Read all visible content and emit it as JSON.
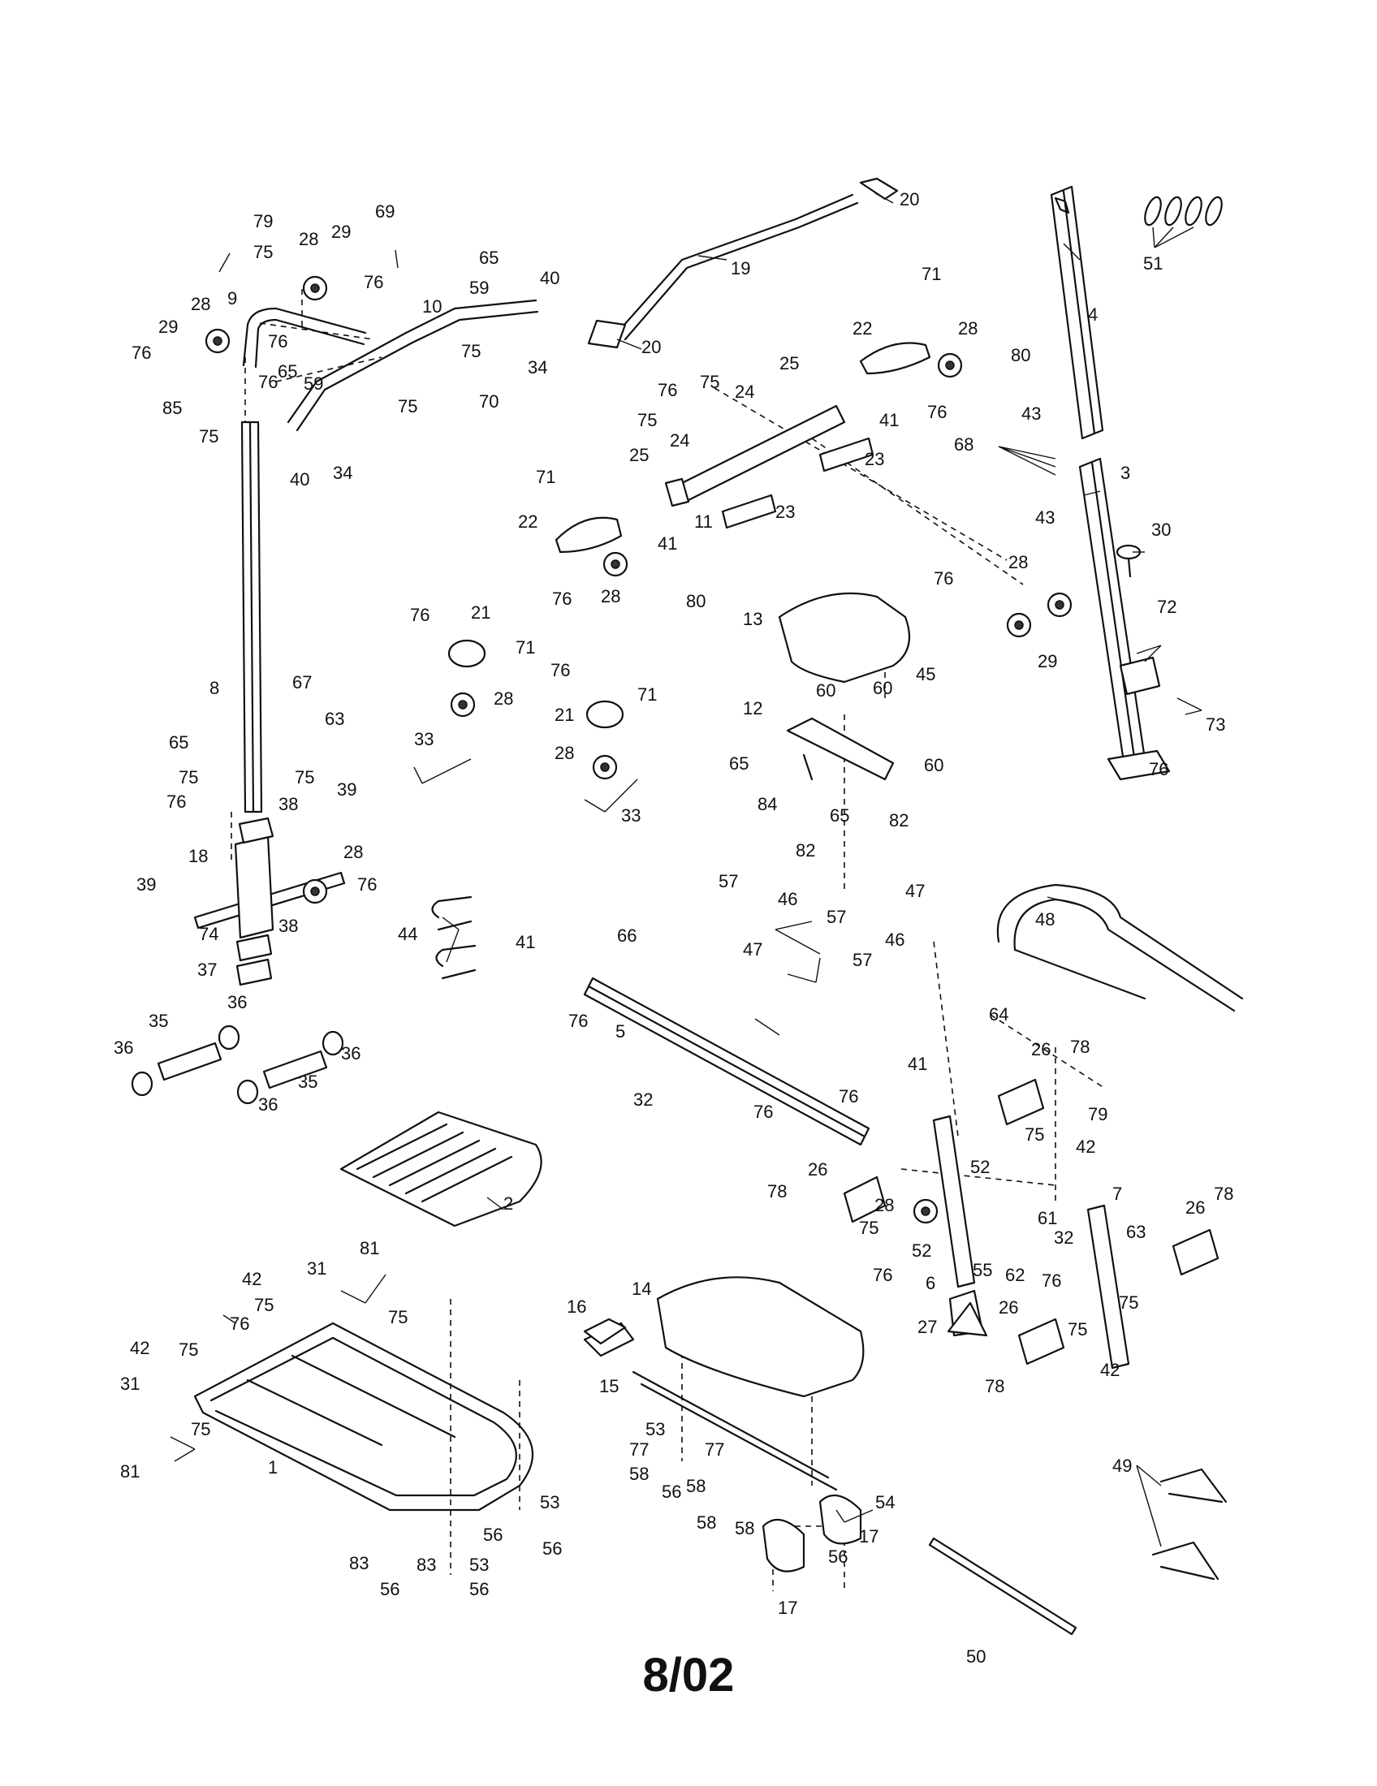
{
  "footer": {
    "date_code": "8/02"
  },
  "callouts": [
    {
      "id": "79",
      "label": "79"
    },
    {
      "id": "75a",
      "label": "75"
    },
    {
      "id": "28a",
      "label": "28"
    },
    {
      "id": "29a",
      "label": "29"
    },
    {
      "id": "69",
      "label": "69"
    },
    {
      "id": "65a",
      "label": "65"
    },
    {
      "id": "40a",
      "label": "40"
    },
    {
      "id": "59a",
      "label": "59"
    },
    {
      "id": "76a",
      "label": "76"
    },
    {
      "id": "10",
      "label": "10"
    },
    {
      "id": "28b",
      "label": "28"
    },
    {
      "id": "9",
      "label": "9"
    },
    {
      "id": "29b",
      "label": "29"
    },
    {
      "id": "76b",
      "label": "76"
    },
    {
      "id": "76c",
      "label": "76"
    },
    {
      "id": "75b",
      "label": "75"
    },
    {
      "id": "34a",
      "label": "34"
    },
    {
      "id": "85",
      "label": "85"
    },
    {
      "id": "76d",
      "label": "76"
    },
    {
      "id": "65b",
      "label": "65"
    },
    {
      "id": "59b",
      "label": "59"
    },
    {
      "id": "75c",
      "label": "75"
    },
    {
      "id": "70",
      "label": "70"
    },
    {
      "id": "75d",
      "label": "75"
    },
    {
      "id": "40b",
      "label": "40"
    },
    {
      "id": "34b",
      "label": "34"
    },
    {
      "id": "20a",
      "label": "20"
    },
    {
      "id": "19",
      "label": "19"
    },
    {
      "id": "20b",
      "label": "20"
    },
    {
      "id": "71a",
      "label": "71"
    },
    {
      "id": "22a",
      "label": "22"
    },
    {
      "id": "28c",
      "label": "28"
    },
    {
      "id": "80a",
      "label": "80"
    },
    {
      "id": "25a",
      "label": "25"
    },
    {
      "id": "76e",
      "label": "76"
    },
    {
      "id": "75e",
      "label": "75"
    },
    {
      "id": "24a",
      "label": "24"
    },
    {
      "id": "41a",
      "label": "41"
    },
    {
      "id": "76f",
      "label": "76"
    },
    {
      "id": "75f",
      "label": "75"
    },
    {
      "id": "24b",
      "label": "24"
    },
    {
      "id": "23a",
      "label": "23"
    },
    {
      "id": "25b",
      "label": "25"
    },
    {
      "id": "71b",
      "label": "71"
    },
    {
      "id": "23b",
      "label": "23"
    },
    {
      "id": "22b",
      "label": "22"
    },
    {
      "id": "41b",
      "label": "41"
    },
    {
      "id": "11",
      "label": "11"
    },
    {
      "id": "76g",
      "label": "76"
    },
    {
      "id": "28d",
      "label": "28"
    },
    {
      "id": "80b",
      "label": "80"
    },
    {
      "id": "4",
      "label": "4"
    },
    {
      "id": "51",
      "label": "51"
    },
    {
      "id": "43a",
      "label": "43"
    },
    {
      "id": "68",
      "label": "68"
    },
    {
      "id": "3",
      "label": "3"
    },
    {
      "id": "43b",
      "label": "43"
    },
    {
      "id": "30",
      "label": "30"
    },
    {
      "id": "28e",
      "label": "28"
    },
    {
      "id": "76h",
      "label": "76"
    },
    {
      "id": "72",
      "label": "72"
    },
    {
      "id": "29c",
      "label": "29"
    },
    {
      "id": "73",
      "label": "73"
    },
    {
      "id": "76i",
      "label": "76"
    },
    {
      "id": "76j",
      "label": "76"
    },
    {
      "id": "21a",
      "label": "21"
    },
    {
      "id": "71c",
      "label": "71"
    },
    {
      "id": "28f",
      "label": "28"
    },
    {
      "id": "33a",
      "label": "33"
    },
    {
      "id": "76k",
      "label": "76"
    },
    {
      "id": "21b",
      "label": "21"
    },
    {
      "id": "71d",
      "label": "71"
    },
    {
      "id": "28g",
      "label": "28"
    },
    {
      "id": "33b",
      "label": "33"
    },
    {
      "id": "13",
      "label": "13"
    },
    {
      "id": "60a",
      "label": "60"
    },
    {
      "id": "60b",
      "label": "60"
    },
    {
      "id": "45",
      "label": "45"
    },
    {
      "id": "12",
      "label": "12"
    },
    {
      "id": "65c",
      "label": "65"
    },
    {
      "id": "60c",
      "label": "60"
    },
    {
      "id": "84",
      "label": "84"
    },
    {
      "id": "65d",
      "label": "65"
    },
    {
      "id": "82a",
      "label": "82"
    },
    {
      "id": "82b",
      "label": "82"
    },
    {
      "id": "48",
      "label": "48"
    },
    {
      "id": "67",
      "label": "67"
    },
    {
      "id": "8",
      "label": "8"
    },
    {
      "id": "63a",
      "label": "63"
    },
    {
      "id": "65e",
      "label": "65"
    },
    {
      "id": "75g",
      "label": "75"
    },
    {
      "id": "75h",
      "label": "75"
    },
    {
      "id": "76l",
      "label": "76"
    },
    {
      "id": "38a",
      "label": "38"
    },
    {
      "id": "39a",
      "label": "39"
    },
    {
      "id": "18",
      "label": "18"
    },
    {
      "id": "28h",
      "label": "28"
    },
    {
      "id": "39b",
      "label": "39"
    },
    {
      "id": "76m",
      "label": "76"
    },
    {
      "id": "38b",
      "label": "38"
    },
    {
      "id": "74",
      "label": "74"
    },
    {
      "id": "37",
      "label": "37"
    },
    {
      "id": "44",
      "label": "44"
    },
    {
      "id": "57a",
      "label": "57"
    },
    {
      "id": "46a",
      "label": "46"
    },
    {
      "id": "47a",
      "label": "47"
    },
    {
      "id": "57b",
      "label": "57"
    },
    {
      "id": "47b",
      "label": "47"
    },
    {
      "id": "57c",
      "label": "57"
    },
    {
      "id": "46b",
      "label": "46"
    },
    {
      "id": "41c",
      "label": "41"
    },
    {
      "id": "66",
      "label": "66"
    },
    {
      "id": "76n",
      "label": "76"
    },
    {
      "id": "5",
      "label": "5"
    },
    {
      "id": "36a",
      "label": "36"
    },
    {
      "id": "35a",
      "label": "35"
    },
    {
      "id": "36b",
      "label": "36"
    },
    {
      "id": "36c",
      "label": "36"
    },
    {
      "id": "35b",
      "label": "35"
    },
    {
      "id": "36d",
      "label": "36"
    },
    {
      "id": "64",
      "label": "64"
    },
    {
      "id": "26a",
      "label": "26"
    },
    {
      "id": "78a",
      "label": "78"
    },
    {
      "id": "41d",
      "label": "41"
    },
    {
      "id": "76o",
      "label": "76"
    },
    {
      "id": "32a",
      "label": "32"
    },
    {
      "id": "76p",
      "label": "76"
    },
    {
      "id": "75i",
      "label": "75"
    },
    {
      "id": "79b",
      "label": "79"
    },
    {
      "id": "42a",
      "label": "42"
    },
    {
      "id": "52a",
      "label": "52"
    },
    {
      "id": "26b",
      "label": "26"
    },
    {
      "id": "78b",
      "label": "78"
    },
    {
      "id": "28i",
      "label": "28"
    },
    {
      "id": "7",
      "label": "7"
    },
    {
      "id": "61",
      "label": "61"
    },
    {
      "id": "26c",
      "label": "26"
    },
    {
      "id": "78c",
      "label": "78"
    },
    {
      "id": "75j",
      "label": "75"
    },
    {
      "id": "52b",
      "label": "52"
    },
    {
      "id": "32b",
      "label": "32"
    },
    {
      "id": "63b",
      "label": "63"
    },
    {
      "id": "76q",
      "label": "76"
    },
    {
      "id": "55",
      "label": "55"
    },
    {
      "id": "62",
      "label": "62"
    },
    {
      "id": "76r",
      "label": "76"
    },
    {
      "id": "75k",
      "label": "75"
    },
    {
      "id": "6",
      "label": "6"
    },
    {
      "id": "75l",
      "label": "75"
    },
    {
      "id": "26d",
      "label": "26"
    },
    {
      "id": "27",
      "label": "27"
    },
    {
      "id": "42b",
      "label": "42"
    },
    {
      "id": "78d",
      "label": "78"
    },
    {
      "id": "2",
      "label": "2"
    },
    {
      "id": "81a",
      "label": "81"
    },
    {
      "id": "42c",
      "label": "42"
    },
    {
      "id": "31a",
      "label": "31"
    },
    {
      "id": "75m",
      "label": "75"
    },
    {
      "id": "75n",
      "label": "75"
    },
    {
      "id": "76s",
      "label": "76"
    },
    {
      "id": "42d",
      "label": "42"
    },
    {
      "id": "75o",
      "label": "75"
    },
    {
      "id": "31b",
      "label": "31"
    },
    {
      "id": "75p",
      "label": "75"
    },
    {
      "id": "81b",
      "label": "81"
    },
    {
      "id": "1",
      "label": "1"
    },
    {
      "id": "14",
      "label": "14"
    },
    {
      "id": "16",
      "label": "16"
    },
    {
      "id": "15",
      "label": "15"
    },
    {
      "id": "53a",
      "label": "53"
    },
    {
      "id": "77a",
      "label": "77"
    },
    {
      "id": "58a",
      "label": "58"
    },
    {
      "id": "56a",
      "label": "56"
    },
    {
      "id": "58b",
      "label": "58"
    },
    {
      "id": "77b",
      "label": "77"
    },
    {
      "id": "54",
      "label": "54"
    },
    {
      "id": "58c",
      "label": "58"
    },
    {
      "id": "58d",
      "label": "58"
    },
    {
      "id": "17a",
      "label": "17"
    },
    {
      "id": "56b",
      "label": "56"
    },
    {
      "id": "17b",
      "label": "17"
    },
    {
      "id": "49",
      "label": "49"
    },
    {
      "id": "50",
      "label": "50"
    },
    {
      "id": "83a",
      "label": "83"
    },
    {
      "id": "56c",
      "label": "56"
    },
    {
      "id": "83b",
      "label": "83"
    },
    {
      "id": "53b",
      "label": "53"
    },
    {
      "id": "56d",
      "label": "56"
    },
    {
      "id": "53c",
      "label": "53"
    },
    {
      "id": "56e",
      "label": "56"
    },
    {
      "id": "56f",
      "label": "56"
    }
  ]
}
